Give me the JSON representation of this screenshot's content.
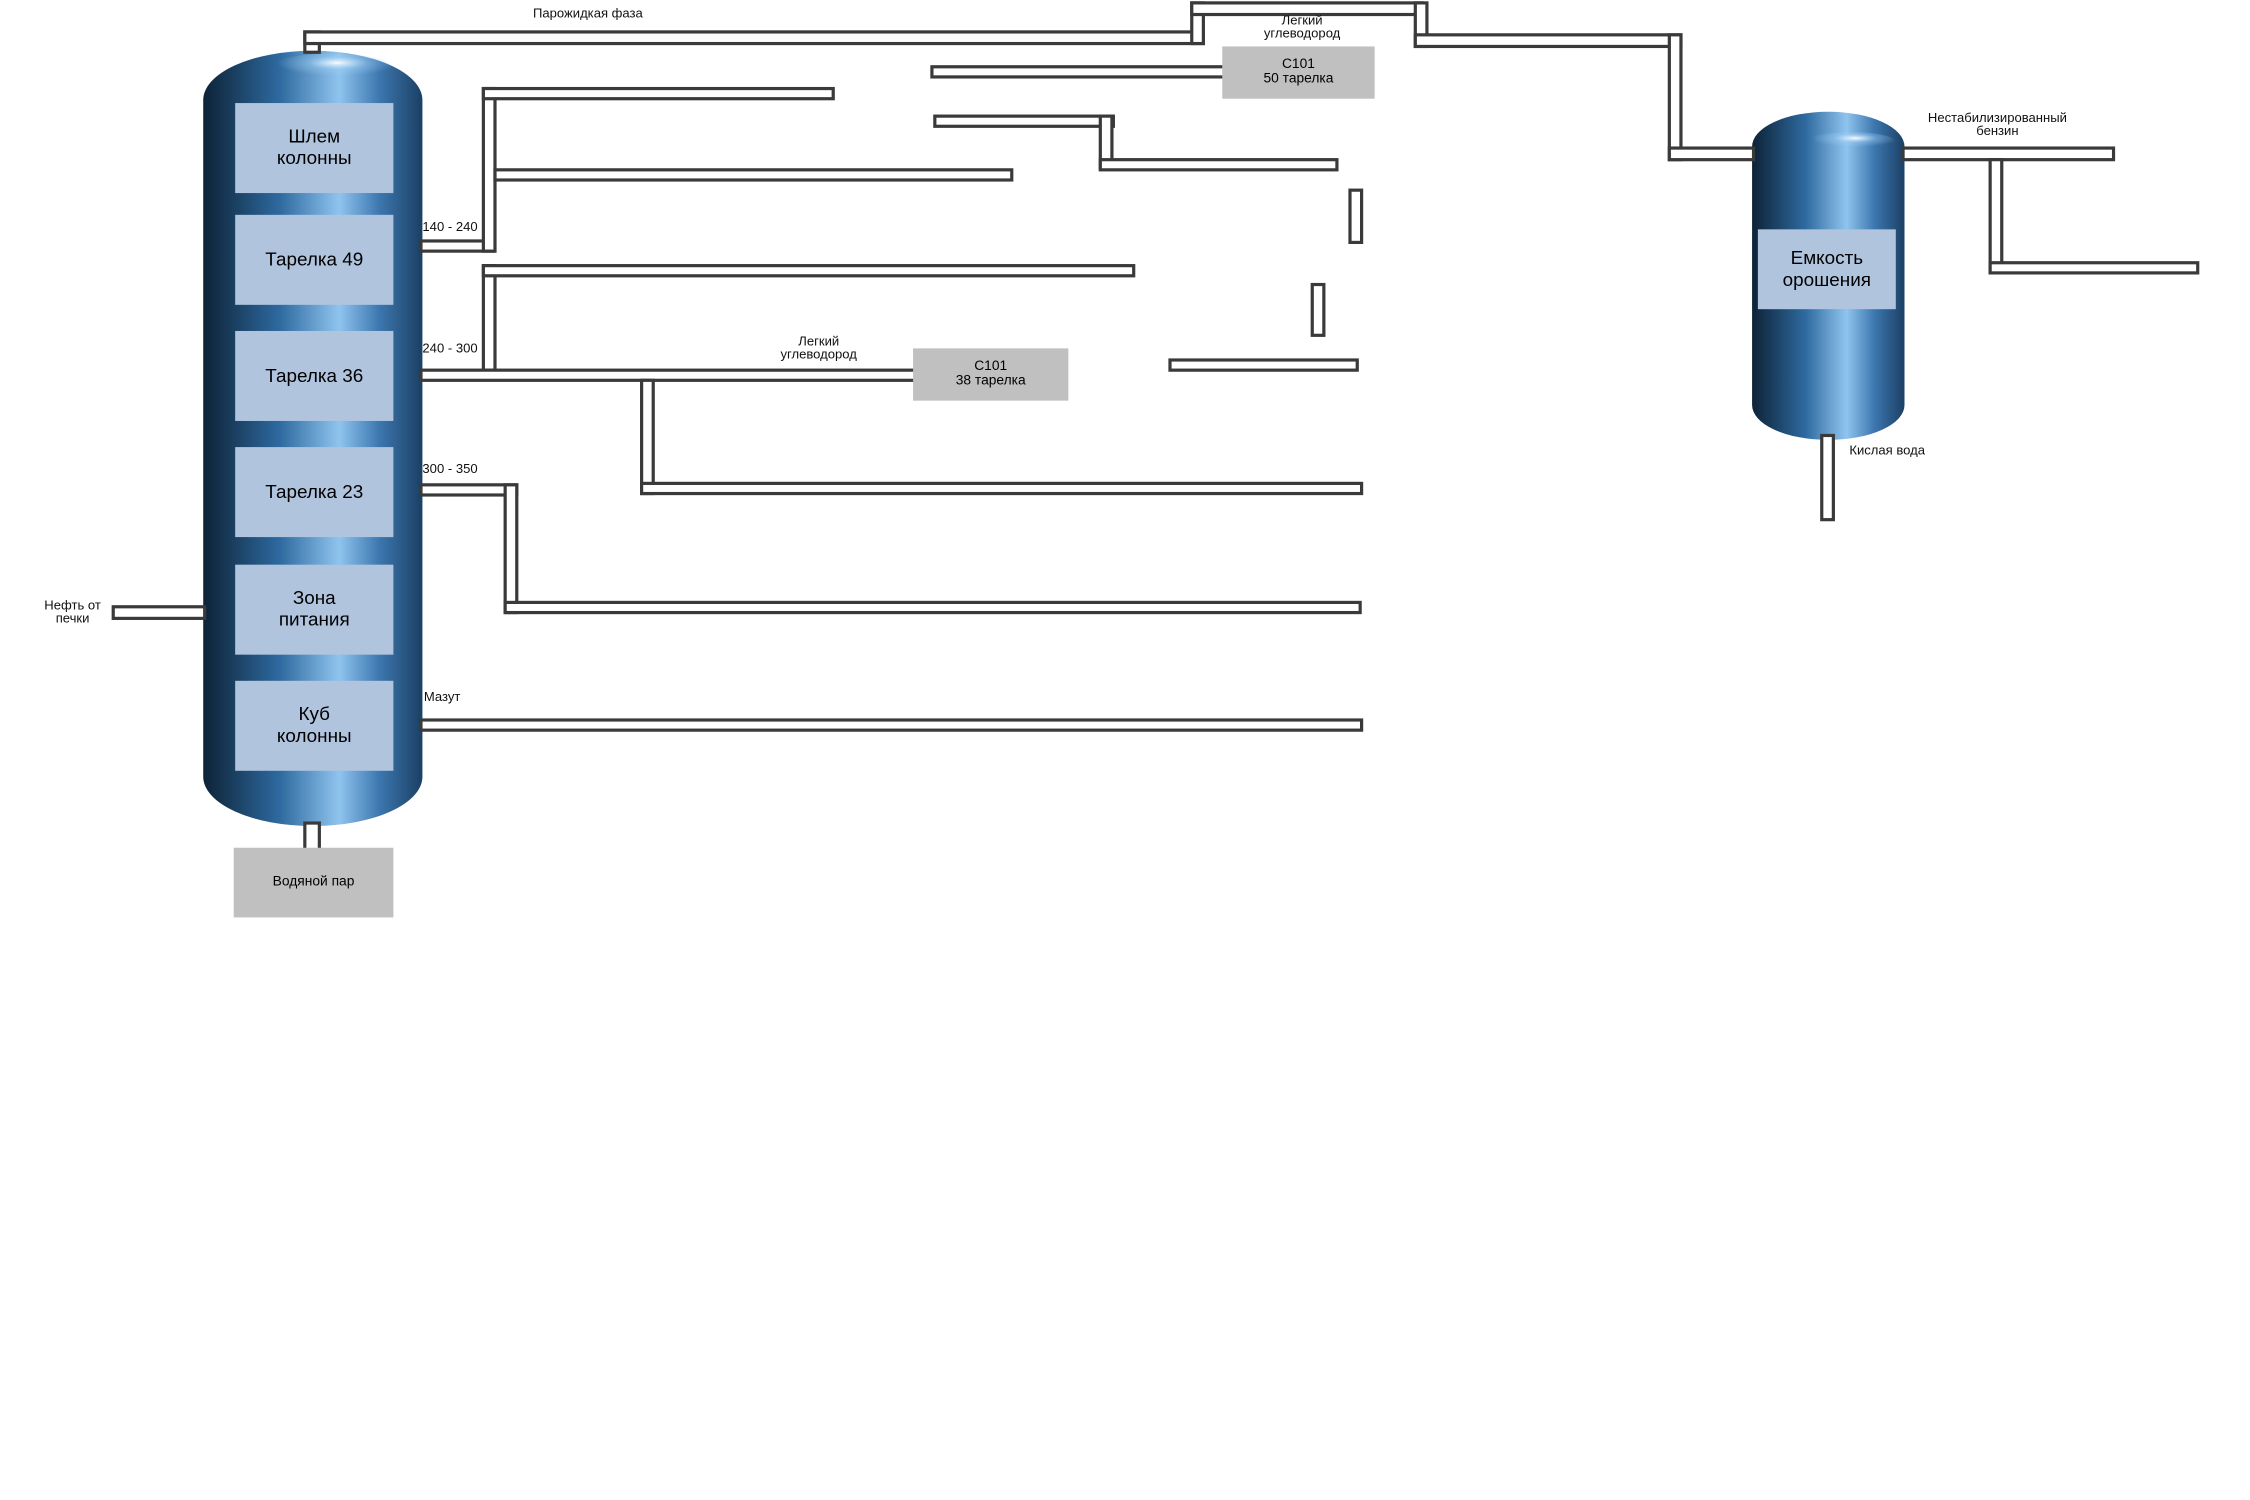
{
  "column": {
    "sections": [
      {
        "key": "top",
        "label": "Шлем\nколонны"
      },
      {
        "key": "tray49",
        "label": "Тарелка 49"
      },
      {
        "key": "tray36",
        "label": "Тарелка 36"
      },
      {
        "key": "tray23",
        "label": "Тарелка 23"
      },
      {
        "key": "feed",
        "label": "Зона\nпитания"
      },
      {
        "key": "bottom",
        "label": "Куб\nколонны"
      }
    ],
    "steam_box": "Водяной пар",
    "feed_label": "Нефть от\nпечки"
  },
  "labels": {
    "vapor_liquid": "Парожидкая фаза",
    "light_hc_top": "Легкий\nуглеводород",
    "light_hc_mid": "Легкий\nуглеводород",
    "cut_140_240": "140 - 240",
    "cut_240_300": "240 - 300",
    "cut_300_350": "300 - 350",
    "mazut": "Мазут",
    "unstable_gasoline": "Нестабилизированный\nбензин",
    "sour_water": "Кислая вода"
  },
  "boxes": {
    "c101_50": "C101\n50 тарелка",
    "c101_38": "C101\n38 тарелка"
  },
  "reflux_drum": {
    "label": "Емкость\nорошения"
  },
  "colors": {
    "vessel_dark": "#0d2236",
    "vessel_mid": "#2e6aa0",
    "vessel_light": "#8fc4ee",
    "section_fill": "#b0c4de",
    "gray_box": "#c0c0c0",
    "pipe_outline": "#3a3a3a",
    "pipe_fill": "#ffffff"
  }
}
